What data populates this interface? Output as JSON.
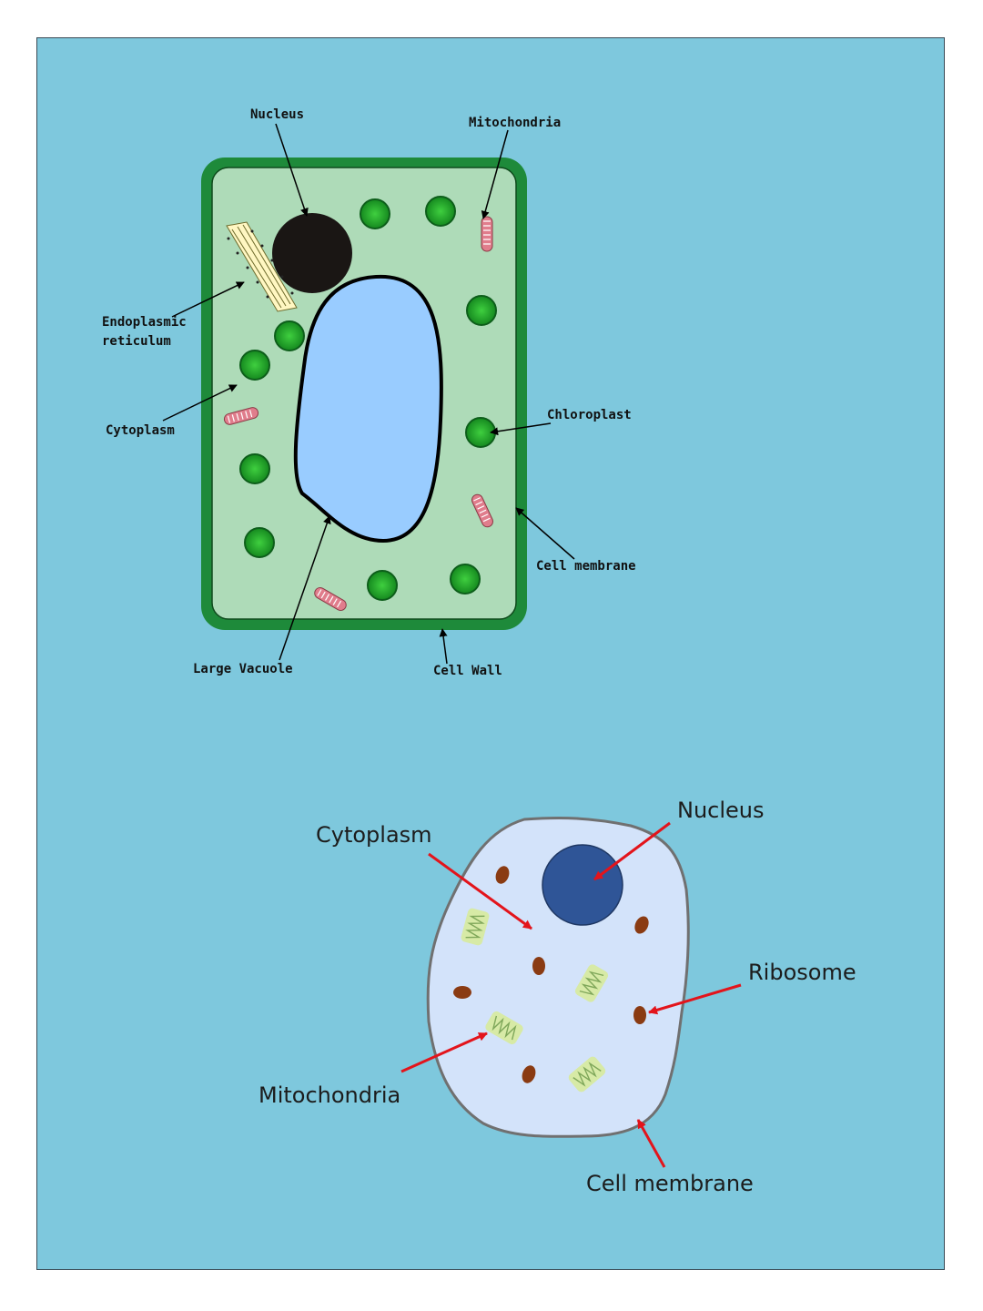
{
  "colors": {
    "background": "#7ec8dd",
    "cell_wall": "#1e8a3a",
    "plant_cytoplasm": "#aedbb8",
    "vacuole": "#99ccff",
    "plant_nucleus": "#1a1614",
    "chloroplast": "#22a32e",
    "mitochondria": "#e07d8c",
    "animal_cytoplasm": "#d3e3fa",
    "animal_membrane": "#707070",
    "animal_nucleus": "#2f5597",
    "ribosome": "#8a3b12",
    "animal_mitochondria": "#d7eaa6",
    "pointer_black": "#000000",
    "pointer_red": "#e3141b"
  },
  "plant_cell": {
    "labels": {
      "nucleus": "Nucleus",
      "mitochondria": "Mitochondria",
      "er_line1": "Endoplasmic",
      "er_line2": "reticulum",
      "cytoplasm": "Cytoplasm",
      "chloroplast": "Chloroplast",
      "cell_membrane": "Cell membrane",
      "large_vacuole": "Large Vacuole",
      "cell_wall": "Cell Wall"
    }
  },
  "animal_cell": {
    "labels": {
      "nucleus": "Nucleus",
      "cytoplasm": "Cytoplasm",
      "ribosome": "Ribosome",
      "mitochondria": "Mitochondria",
      "cell_membrane": "Cell membrane"
    }
  }
}
